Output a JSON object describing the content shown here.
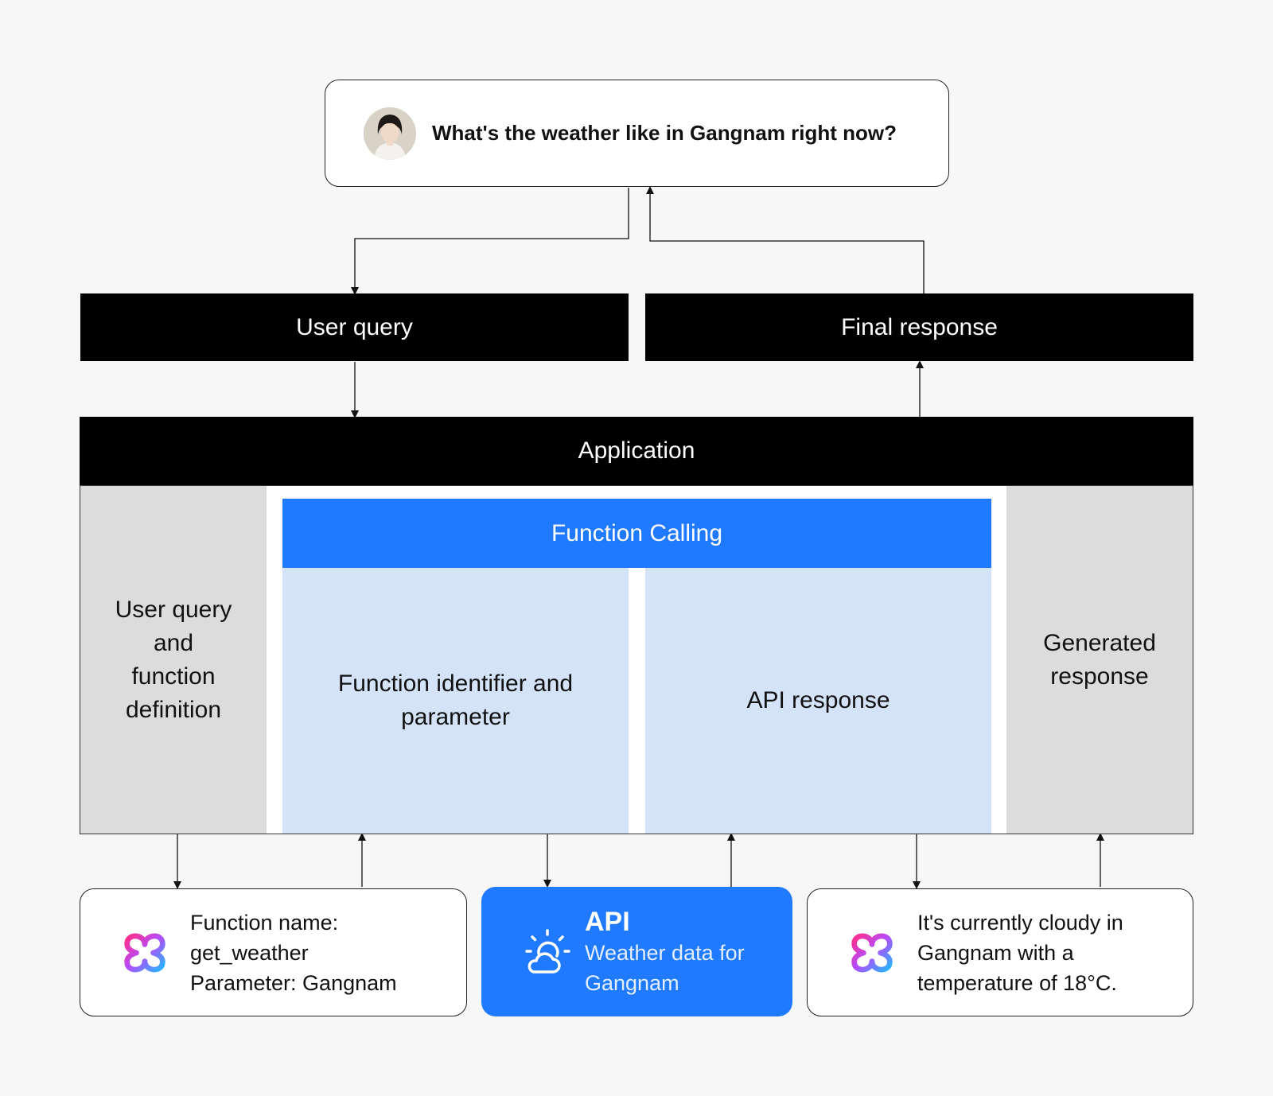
{
  "query": {
    "text": "What's the weather like in Gangnam right now?"
  },
  "bars": {
    "user_query": "User query",
    "final_response": "Final response",
    "application": "Application"
  },
  "application": {
    "left_col": [
      "User query",
      "and",
      "function",
      "definition"
    ],
    "function_calling": "Function Calling",
    "function_identifier": [
      "Function identifier and",
      "parameter"
    ],
    "api_response": "API response",
    "right_col": [
      "Generated",
      "response"
    ]
  },
  "cards": {
    "function": [
      "Function name:",
      "get_weather",
      "Parameter: Gangnam"
    ],
    "api": {
      "title": "API",
      "lines": [
        "Weather data for",
        "Gangnam"
      ]
    },
    "result": [
      "It's currently cloudy in",
      "Gangnam with a",
      "temperature of 18°C."
    ]
  },
  "icons": {
    "avatar": "user-avatar-photo",
    "logo": "gradient-clover-logo",
    "api": "sun-cloud-weather-icon"
  },
  "colors": {
    "accent_blue": "#1f7aff",
    "light_blue": "#d4e3f8",
    "grey": "#dcdcdc",
    "black": "#000000"
  }
}
